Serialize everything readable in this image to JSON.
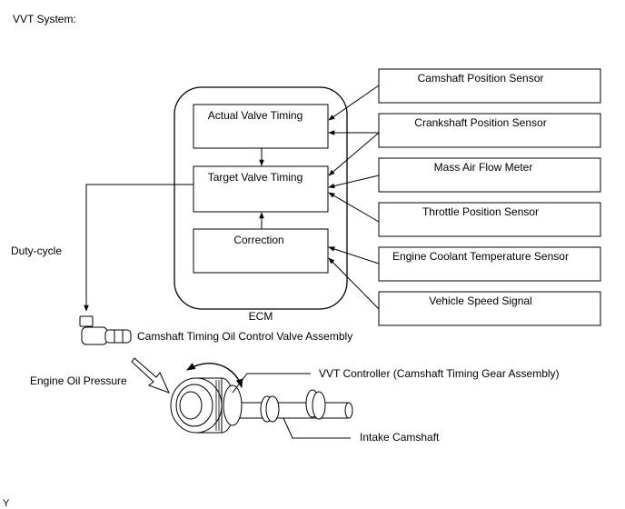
{
  "header": {
    "title": "VVT System:"
  },
  "ecm": {
    "label": "ECM",
    "blocks": [
      "Actual Valve Timing",
      "Target Valve Timing",
      "Correction"
    ]
  },
  "sensors": [
    "Camshaft Position Sensor",
    "Crankshaft Position Sensor",
    "Mass Air Flow Meter",
    "Throttle Position Sensor",
    "Engine Coolant Temperature Sensor",
    "Vehicle Speed Signal"
  ],
  "labels": {
    "duty_cycle": "Duty-cycle",
    "ocv": "Camshaft Timing Oil Control Valve Assembly",
    "oil_pressure": "Engine Oil Pressure",
    "vvt_controller": "VVT Controller (Camshaft Timing Gear Assembly)",
    "intake_camshaft": "Intake Camshaft"
  },
  "footer": {
    "mark": "Y"
  }
}
